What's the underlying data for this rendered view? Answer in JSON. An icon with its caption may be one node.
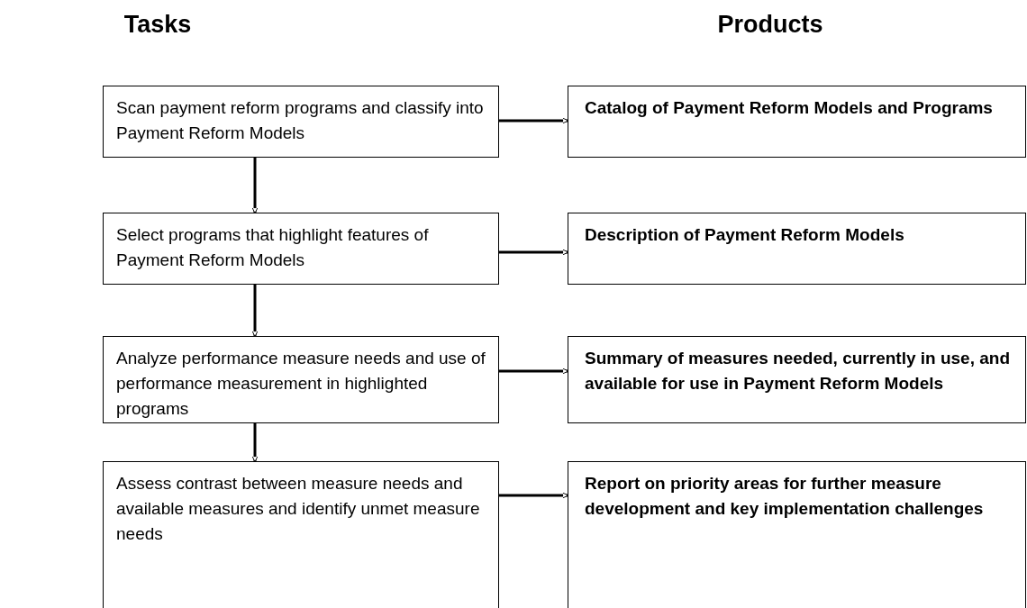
{
  "diagram": {
    "nodes": [
      {
        "text": [
          "Scan payment reform programs and classify into Payment Reform Models"
        ]
      },
      {
        "text": [
          "Catalog of Payment Reform Models and Programs"
        ]
      },
      {
        "text": [
          "Select programs that highlight features of Payment Reform Models"
        ]
      },
      {
        "text": [
          "Description of Payment Reform Models"
        ]
      },
      {
        "text": [
          "Analyze performance measure needs and use of performance measurement in highlighted programs"
        ]
      },
      {
        "text": [
          "Summary of measures needed, currently in use, and available for use in Payment Reform Models"
        ]
      },
      {
        "text": [
          "Assess contrast between measure needs and available measures and identify unmet measure needs"
        ]
      },
      {
        "text": [
          "Report on priority areas for further measure development and key implementation challenges"
        ]
      }
    ],
    "edges": [
      {
        "from": 0,
        "to": 1,
        "arrow": "to"
      },
      {
        "from": 0,
        "to": 2,
        "arrow": "to"
      },
      {
        "from": 2,
        "to": 3,
        "arrow": "to"
      },
      {
        "from": 2,
        "to": 4,
        "arrow": "to"
      },
      {
        "from": 4,
        "to": 5,
        "arrow": "to"
      },
      {
        "from": 4,
        "to": 6,
        "arrow": "to"
      },
      {
        "from": 6,
        "to": 7,
        "arrow": "to"
      }
    ],
    "labels": [
      "Tasks",
      "Products"
    ]
  }
}
